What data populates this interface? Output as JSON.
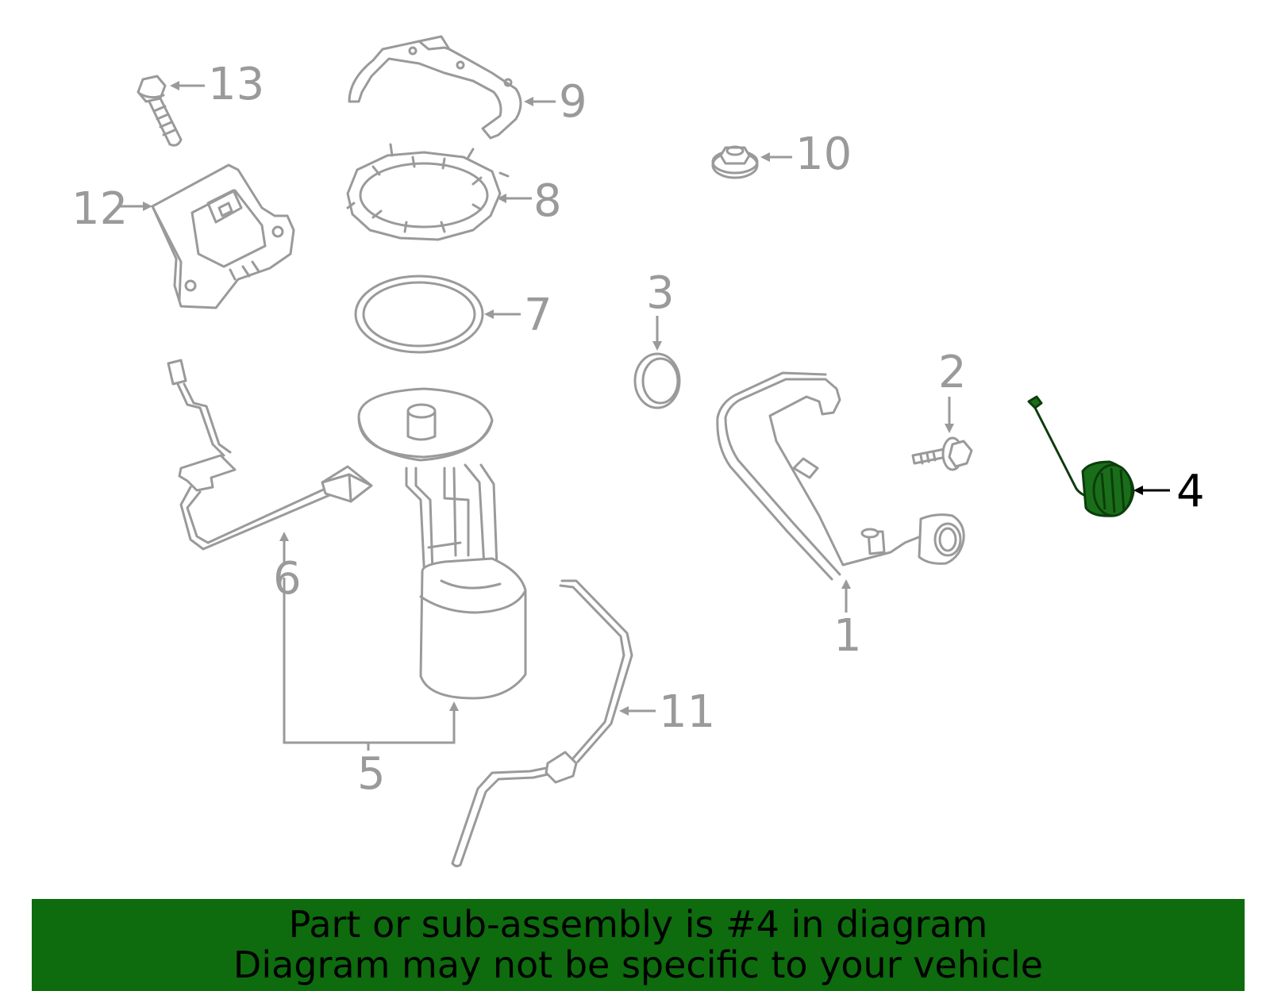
{
  "diagram": {
    "callouts": [
      {
        "number": "1"
      },
      {
        "number": "2"
      },
      {
        "number": "3"
      },
      {
        "number": "4"
      },
      {
        "number": "5"
      },
      {
        "number": "6"
      },
      {
        "number": "7"
      },
      {
        "number": "8"
      },
      {
        "number": "9"
      },
      {
        "number": "10"
      },
      {
        "number": "11"
      },
      {
        "number": "12"
      },
      {
        "number": "13"
      }
    ],
    "highlighted_part": "4",
    "highlight_color": "#1a6e1a",
    "part_line_color": "#9a9a9a"
  },
  "banner": {
    "line1": "Part or sub-assembly is #4 in diagram",
    "line2": "Diagram may not be specific to your vehicle",
    "background_color": "#0e6b0e"
  }
}
